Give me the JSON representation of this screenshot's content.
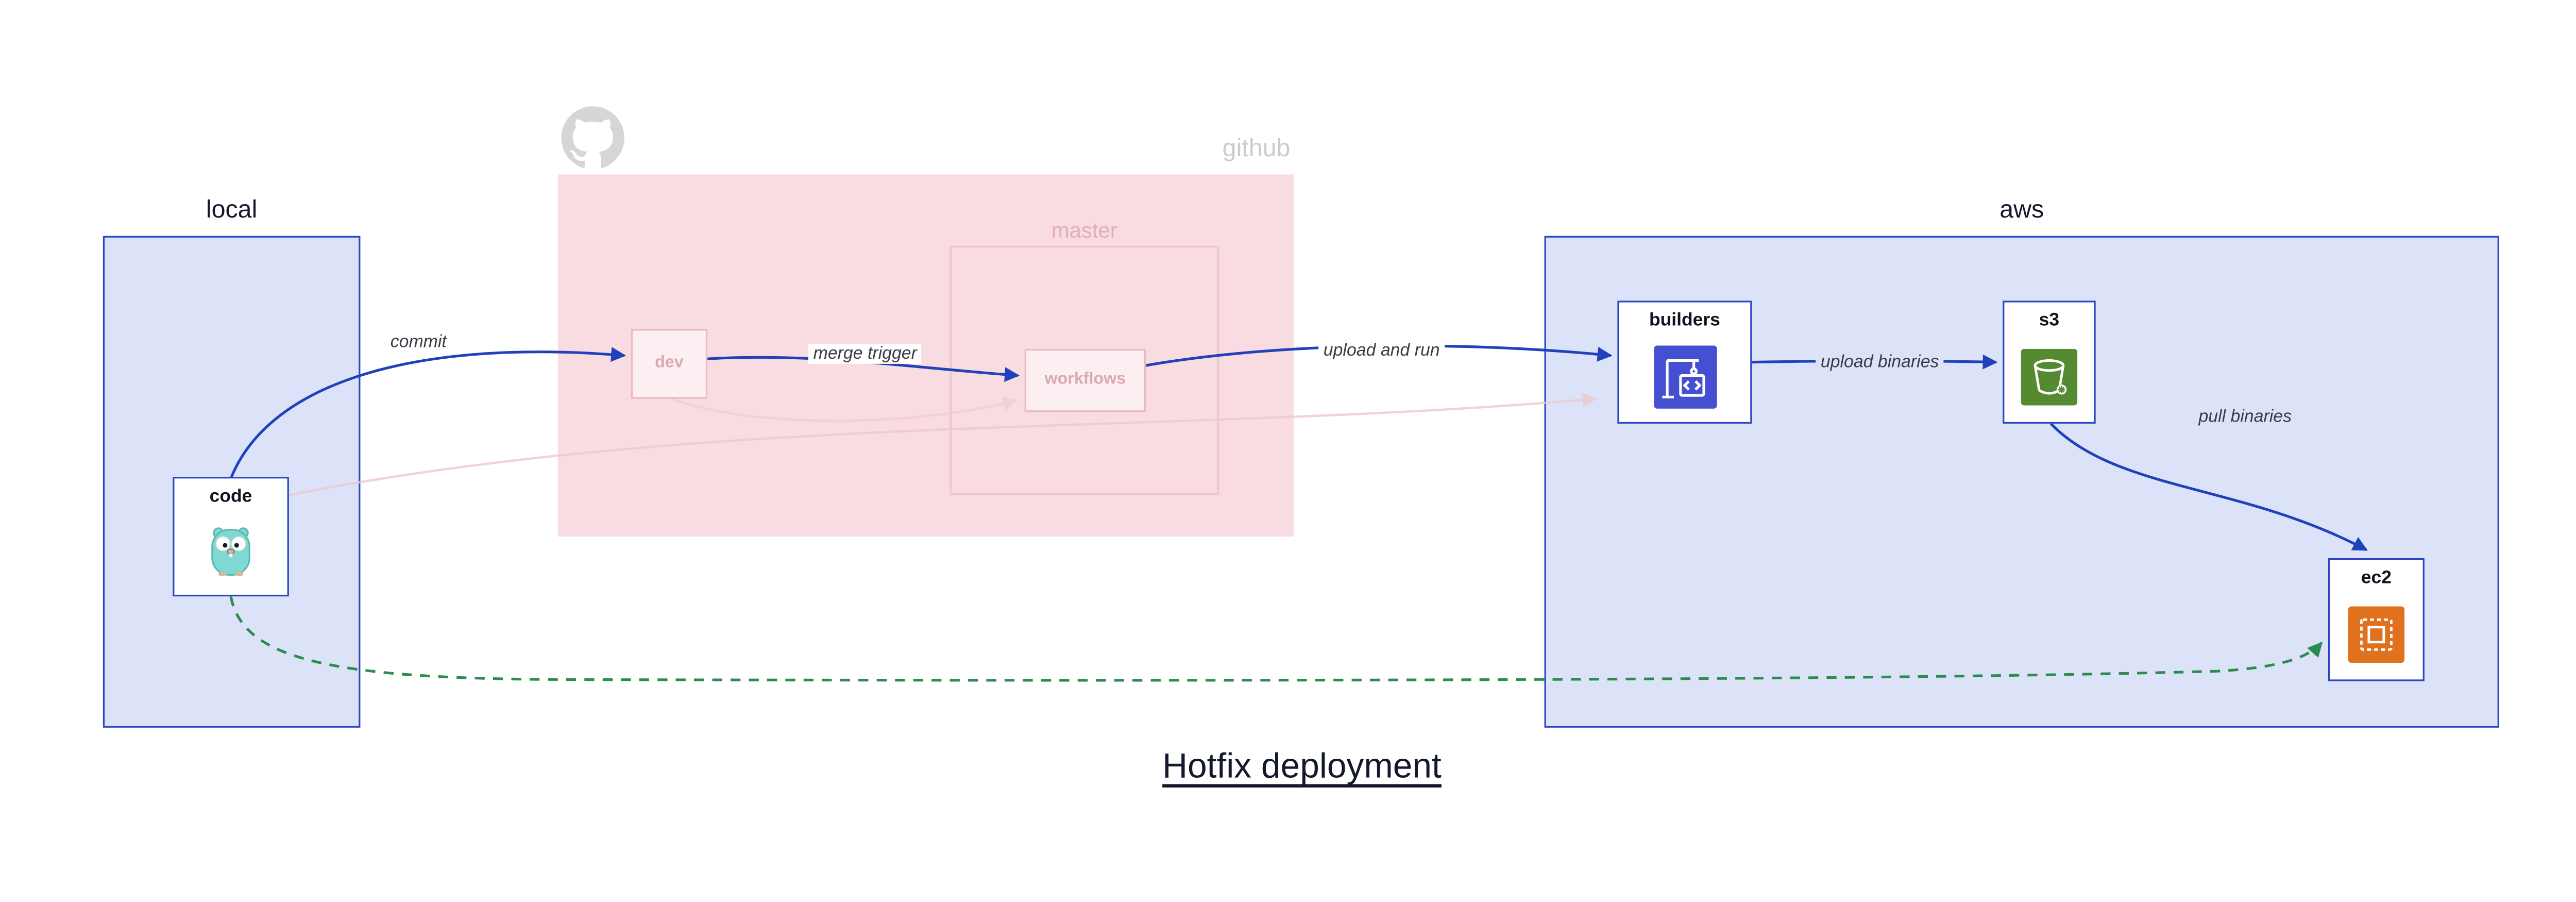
{
  "title": "Hotfix deployment",
  "groups": {
    "local": {
      "label": "local"
    },
    "github": {
      "label": "github",
      "master": "master"
    },
    "aws": {
      "label": "aws"
    }
  },
  "nodes": {
    "code": {
      "label": "code",
      "icon": "gopher-icon"
    },
    "dev": {
      "label": "dev"
    },
    "workflows": {
      "label": "workflows"
    },
    "builders": {
      "label": "builders",
      "icon": "codebuild-crane-icon"
    },
    "s3": {
      "label": "s3",
      "icon": "s3-bucket-icon"
    },
    "ec2": {
      "label": "ec2",
      "icon": "ec2-chip-icon"
    }
  },
  "edges": {
    "commit": {
      "label": "commit"
    },
    "merge_trigger": {
      "label": "merge trigger"
    },
    "upload_and_run": {
      "label": "upload and run"
    },
    "upload_binaries": {
      "label": "upload binaries"
    },
    "pull_binaries": {
      "label": "pull binaries"
    }
  },
  "icons": {
    "github_logo": "github-octocat-icon"
  },
  "colors": {
    "group_fill": "#dce3f8",
    "group_border": "#2a46c4",
    "edge_blue": "#2041bb",
    "hotfix_green": "#2c8c4f",
    "github_fill": "#f8dce2",
    "faded_pink": "#eab9c1",
    "codebuild_indigo": "#444fd2",
    "s3_green": "#568a31",
    "ec2_orange": "#e0721f"
  }
}
